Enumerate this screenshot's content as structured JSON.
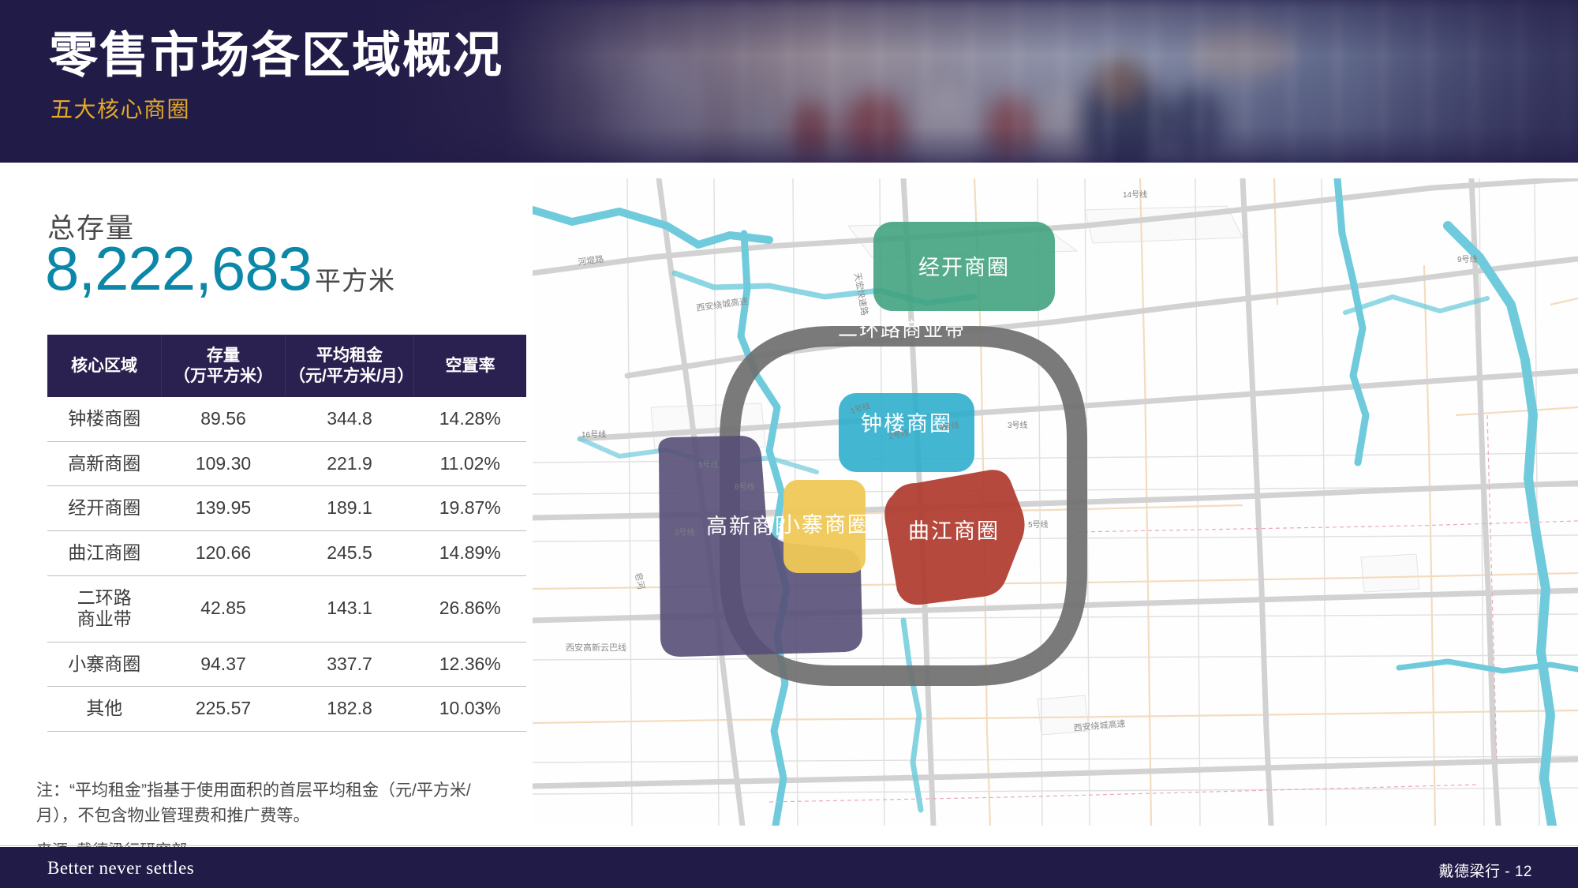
{
  "banner": {
    "title": "零售市场各区域概况",
    "subtitle": "五大核心商圈",
    "bg_color": "#211B47",
    "subtitle_color": "#E3A928"
  },
  "kpi": {
    "label": "总存量",
    "value": "8,222,683",
    "unit": "平方米",
    "value_color": "#0B88A8"
  },
  "table": {
    "header_bg": "#2B2150",
    "columns": [
      {
        "line1": "核心区域",
        "line2": ""
      },
      {
        "line1": "存量",
        "line2": "（万平方米）"
      },
      {
        "line1": "平均租金",
        "line2": "（元/平方米/月）"
      },
      {
        "line1": "空置率",
        "line2": ""
      }
    ],
    "rows": [
      {
        "area": "钟楼商圈",
        "stock": "89.56",
        "rent": "344.8",
        "vacancy": "14.28%"
      },
      {
        "area": "高新商圈",
        "stock": "109.30",
        "rent": "221.9",
        "vacancy": "11.02%"
      },
      {
        "area": "经开商圈",
        "stock": "139.95",
        "rent": "189.1",
        "vacancy": "19.87%"
      },
      {
        "area": "曲江商圈",
        "stock": "120.66",
        "rent": "245.5",
        "vacancy": "14.89%"
      },
      {
        "area": "二环路\n商业带",
        "stock": "42.85",
        "rent": "143.1",
        "vacancy": "26.86%"
      },
      {
        "area": "小寨商圈",
        "stock": "94.37",
        "rent": "337.7",
        "vacancy": "12.36%"
      },
      {
        "area": "其他",
        "stock": "225.57",
        "rent": "182.8",
        "vacancy": "10.03%"
      }
    ]
  },
  "note": "注：“平均租金”指基于使用面积的首层平均租金（元/平方米/月），不包含物业管理费和推广费等。",
  "source": "来源: 戴德梁行研究部",
  "map": {
    "regions": [
      {
        "name": "经开商圈",
        "color": "#3CA07C"
      },
      {
        "name": "二环路商业带",
        "color": "#6F6F6F"
      },
      {
        "name": "钟楼商圈",
        "color": "#29ADCB"
      },
      {
        "name": "高新商圈",
        "color": "#574F77"
      },
      {
        "name": "小寨商圈",
        "color": "#EFC856"
      },
      {
        "name": "曲江商圈",
        "color": "#B03A2E"
      }
    ],
    "road_labels": [
      "河堤路",
      "西安绕城高速",
      "天宏快速路",
      "皂河",
      "西安高新云巴线",
      "西安绕城高速"
    ],
    "metro_labels": [
      "14号线",
      "16号线",
      "1号线",
      "2号线",
      "3号线",
      "4号线",
      "5号线",
      "6号线",
      "9号线"
    ],
    "water_color": "#6FCBDC",
    "road_color": "#D2D2D2",
    "minor_road_color": "#F3DCBE",
    "bg_color": "#FEFEFE"
  },
  "footer": {
    "tagline": "Better never settles",
    "right": "戴德梁行 - 12",
    "bg_color": "#211B47"
  },
  "chart_data": {
    "type": "table",
    "title": "零售市场各区域概况 — 五大核心商圈",
    "categories": [
      "钟楼商圈",
      "高新商圈",
      "经开商圈",
      "曲江商圈",
      "二环路商业带",
      "小寨商圈",
      "其他"
    ],
    "series": [
      {
        "name": "存量（万平方米）",
        "values": [
          89.56,
          109.3,
          139.95,
          120.66,
          42.85,
          94.37,
          225.57
        ]
      },
      {
        "name": "平均租金（元/平方米/月）",
        "values": [
          344.8,
          221.9,
          189.1,
          245.5,
          143.1,
          337.7,
          182.8
        ]
      },
      {
        "name": "空置率",
        "values": [
          14.28,
          11.02,
          19.87,
          14.89,
          26.86,
          12.36,
          10.03
        ]
      }
    ],
    "total_stock_sqm": 8222683,
    "xlabel": "核心区域",
    "ylabel": "",
    "legend": "right"
  }
}
